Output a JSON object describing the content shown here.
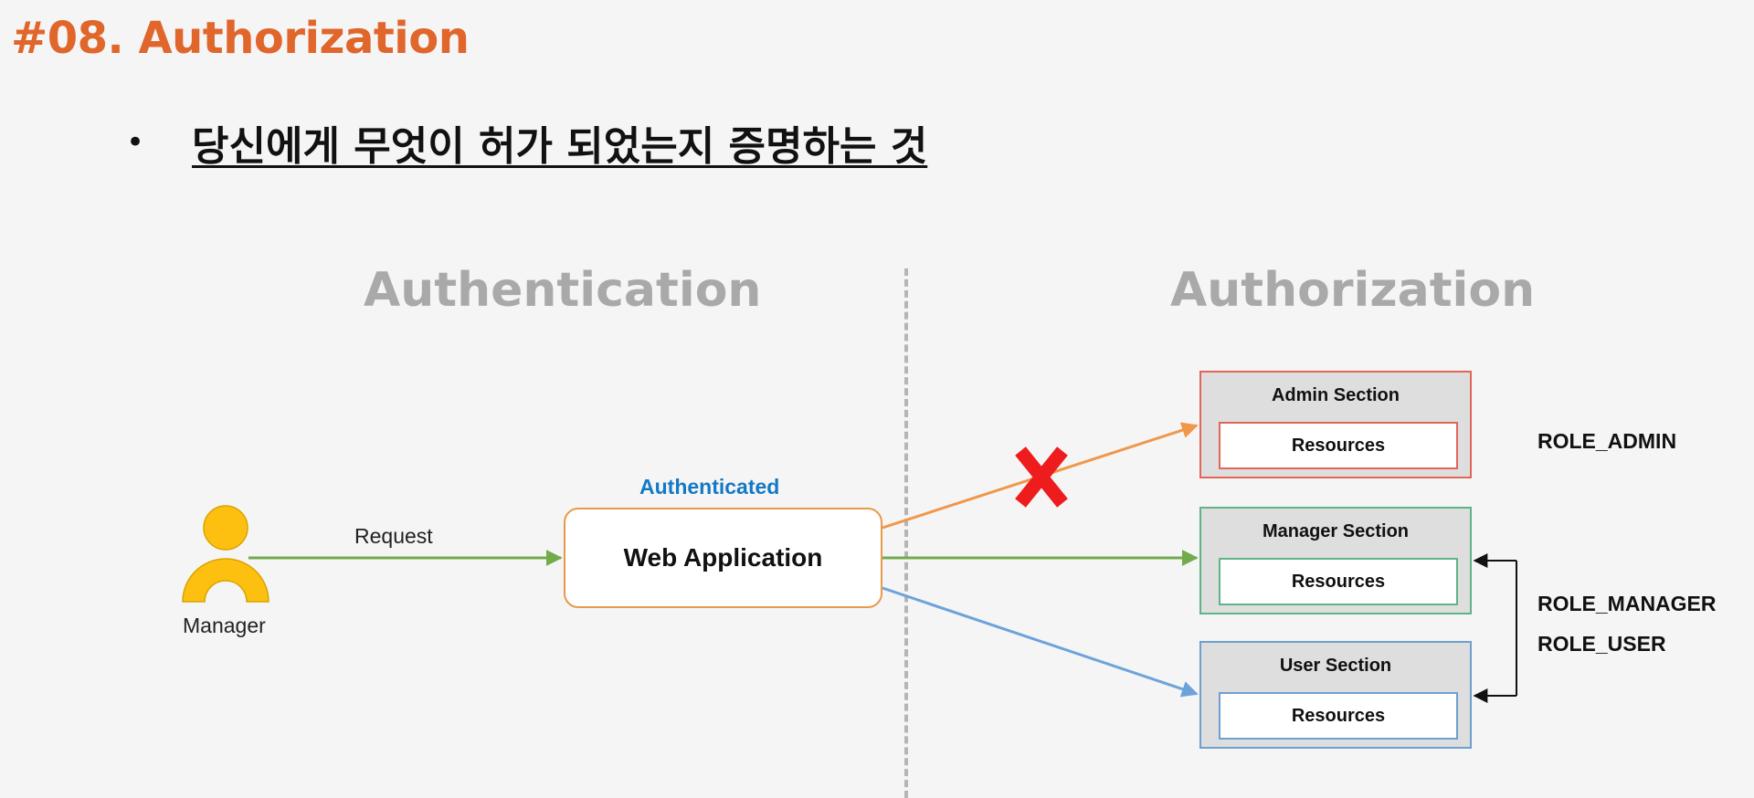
{
  "slide": {
    "title": "#08. Authorization",
    "bullet": "•",
    "subtitle": "당신에게 무엇이 허가 되었는지 증명하는 것"
  },
  "diagram": {
    "authentication_heading": "Authentication",
    "authorization_heading": "Authorization",
    "actor": {
      "label": "Manager",
      "icon": "person-icon",
      "color": "#fdc010"
    },
    "request_label": "Request",
    "authenticated_label": "Authenticated",
    "web_app": "Web Application",
    "denied_icon": "red-x-icon",
    "sections": {
      "admin": {
        "title": "Admin Section",
        "resources": "Resources",
        "color": "#e0665a"
      },
      "manager": {
        "title": "Manager Section",
        "resources": "Resources",
        "color": "#5fb387"
      },
      "user": {
        "title": "User Section",
        "resources": "Resources",
        "color": "#6d9fcf"
      }
    },
    "roles": {
      "admin": "ROLE_ADMIN",
      "manager": "ROLE_MANAGER",
      "user": "ROLE_USER"
    },
    "colors": {
      "title": "#e0662c",
      "admin_arrow": "#f0974a",
      "manager_arrow": "#72ab4c",
      "user_arrow": "#6ca3da",
      "authenticated": "#1479c4",
      "heading": "#a9a9a9"
    }
  }
}
